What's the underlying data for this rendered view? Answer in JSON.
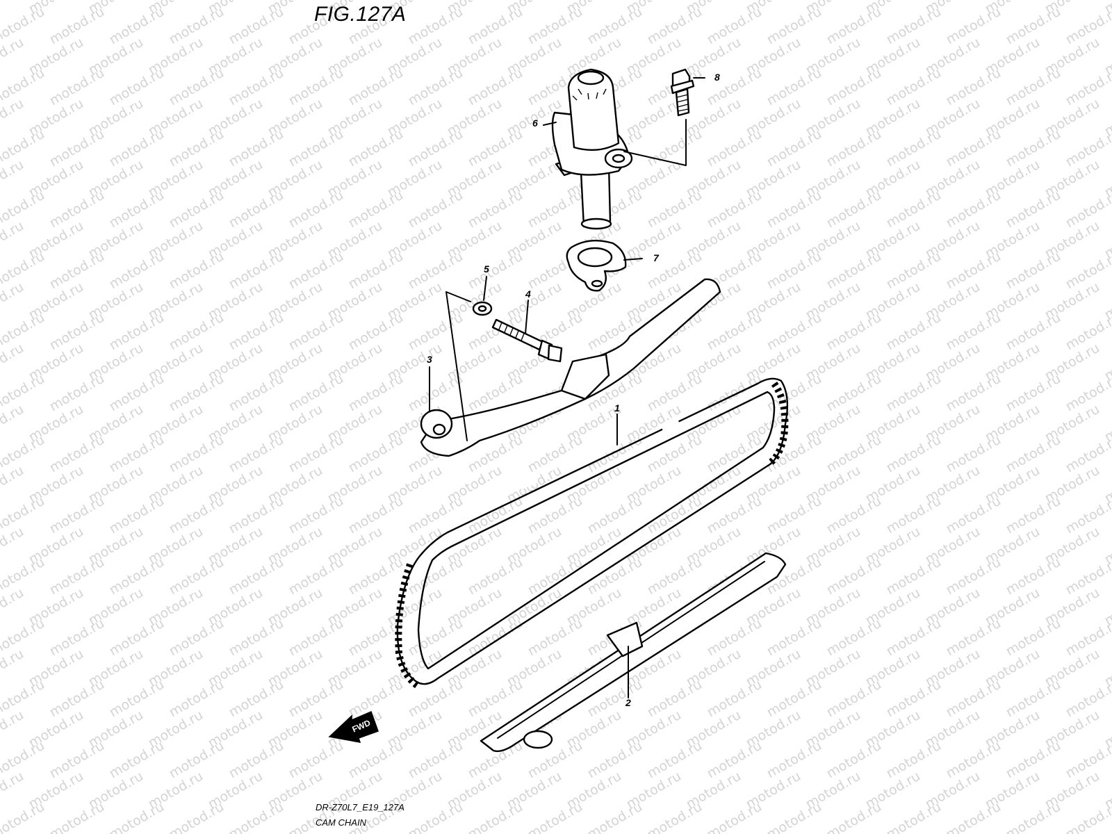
{
  "figure": {
    "title": "FIG.127A",
    "code": "DR-Z70L7_E19_127A",
    "name": "CAM CHAIN"
  },
  "watermark": "motod.ru",
  "direction_label": "FWD",
  "callouts": [
    {
      "id": "1",
      "part": "cam chain"
    },
    {
      "id": "2",
      "part": "cam chain guide"
    },
    {
      "id": "3",
      "part": "cam chain tensioner"
    },
    {
      "id": "4",
      "part": "bolt"
    },
    {
      "id": "5",
      "part": "washer"
    },
    {
      "id": "6",
      "part": "cam chain tension adjuster"
    },
    {
      "id": "7",
      "part": "gasket"
    },
    {
      "id": "8",
      "part": "bolt"
    }
  ]
}
